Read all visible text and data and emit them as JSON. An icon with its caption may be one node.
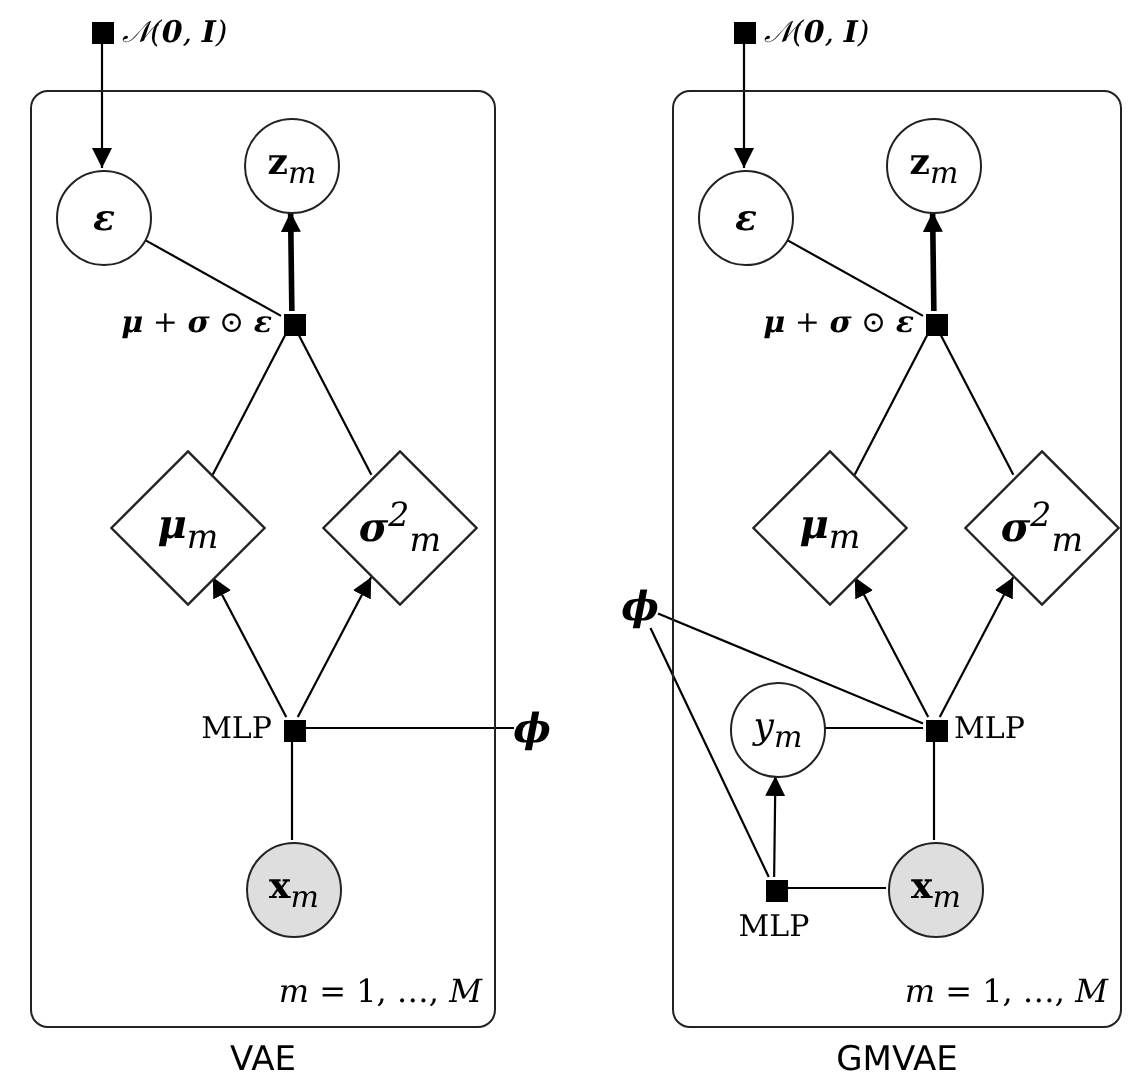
{
  "diagram": {
    "nodes": [
      {
        "text": [
          "*m* = 1, …, *M*"
        ],
        "beside": [
          "VAE"
        ]
      },
      {
        "text": [],
        "shape": "box",
        "beside": [
          "𝒩(**0**, **I**)"
        ]
      },
      {
        "text": [
          "ε"
        ],
        "in": 0
      },
      {
        "text": [
          "**z**$_{m}$"
        ],
        "in": 0
      },
      {
        "text": [],
        "shape": "box",
        "beside": [
          "**μ** + **σ** ⊙ **ε**"
        ],
        "in": 0
      },
      {
        "text": [
          "**μ**$_{m}$"
        ],
        "in": 0
      },
      {
        "text": [
          "**σ**$^{2}$$_{m}$"
        ],
        "in": 0
      },
      {
        "text": [],
        "shape": "box",
        "beside": [
          "MLP"
        ],
        "in": 0
      },
      {
        "text": [
          "**x**$_{m}$"
        ],
        "in": 0
      },
      {
        "text": [
          "ϕ"
        ]
      },
      {
        "text": [
          "*m* = 1, …, *M*"
        ],
        "beside": [
          "GMVAE"
        ]
      },
      {
        "text": [],
        "shape": "box",
        "beside": [
          "𝒩(**0**, **I**)"
        ]
      },
      {
        "text": [
          "ε"
        ],
        "in": 10
      },
      {
        "text": [
          "**z**$_{m}$"
        ],
        "in": 10
      },
      {
        "text": [],
        "shape": "box",
        "beside": [
          "**μ** + **σ** ⊙ **ε**"
        ],
        "in": 10
      },
      {
        "text": [
          "**μ**$_{m}$"
        ],
        "in": 10
      },
      {
        "text": [
          "**σ**$^{2}$$_{m}$"
        ],
        "in": 10
      },
      {
        "text": [],
        "shape": "box",
        "beside": [
          "MLP"
        ],
        "in": 10
      },
      {
        "text": [
          "y$_{m}$"
        ],
        "in": 10
      },
      {
        "text": [],
        "shape": "box",
        "beside": [
          "MLP"
        ],
        "in": 10
      },
      {
        "text": [
          "**x**$_{m}$"
        ],
        "in": 10
      },
      {
        "text": [
          "ϕ"
        ]
      }
    ],
    "edges": [
      {
        "from": 1,
        "to": 2,
        "arrow": "to"
      },
      {
        "from": 2,
        "to": 4,
        "arrow": "none"
      },
      {
        "from": 4,
        "to": 3,
        "arrow": "to",
        "style": "thick"
      },
      {
        "from": 4,
        "to": 5,
        "arrow": "none"
      },
      {
        "from": 4,
        "to": 6,
        "arrow": "none"
      },
      {
        "from": 7,
        "to": 5,
        "arrow": "to"
      },
      {
        "from": 7,
        "to": 6,
        "arrow": "to"
      },
      {
        "from": 8,
        "to": 7,
        "arrow": "none"
      },
      {
        "from": 9,
        "to": 7,
        "arrow": "none"
      },
      {
        "from": 11,
        "to": 12,
        "arrow": "to"
      },
      {
        "from": 12,
        "to": 14,
        "arrow": "none"
      },
      {
        "from": 14,
        "to": 13,
        "arrow": "to",
        "style": "thick"
      },
      {
        "from": 14,
        "to": 15,
        "arrow": "none"
      },
      {
        "from": 14,
        "to": 16,
        "arrow": "none"
      },
      {
        "from": 17,
        "to": 15,
        "arrow": "to"
      },
      {
        "from": 17,
        "to": 16,
        "arrow": "to"
      },
      {
        "from": 18,
        "to": 17,
        "arrow": "none"
      },
      {
        "from": 20,
        "to": 17,
        "arrow": "none"
      },
      {
        "from": 20,
        "to": 19,
        "arrow": "none"
      },
      {
        "from": 19,
        "to": 18,
        "arrow": "to"
      },
      {
        "from": 21,
        "to": 17,
        "arrow": "none"
      },
      {
        "from": 21,
        "to": 19,
        "arrow": "none"
      }
    ]
  }
}
